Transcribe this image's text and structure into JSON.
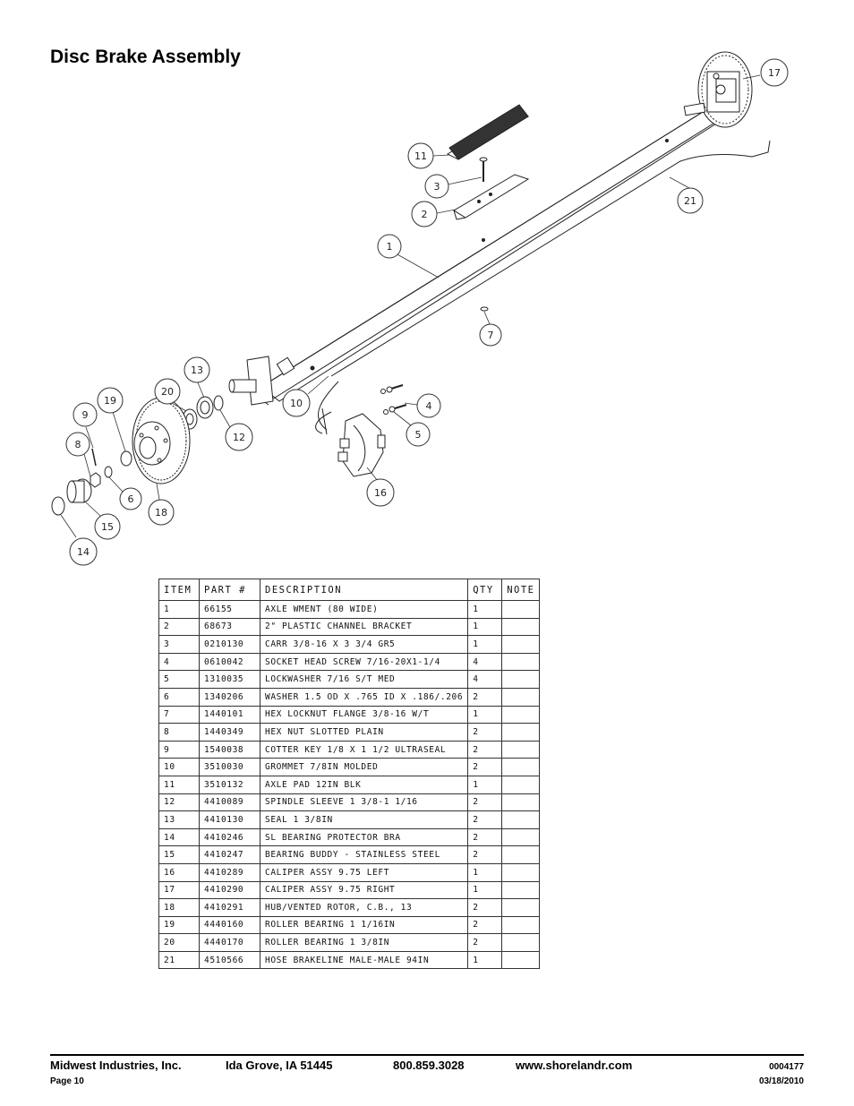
{
  "page": {
    "title": "Disc Brake Assembly"
  },
  "callouts": [
    "17",
    "11",
    "3",
    "2",
    "21",
    "1",
    "7",
    "13",
    "20",
    "19",
    "9",
    "10",
    "4",
    "5",
    "12",
    "8",
    "6",
    "18",
    "16",
    "15",
    "14"
  ],
  "table": {
    "headers": [
      "ITEM",
      "PART #",
      "DESCRIPTION",
      "QTY",
      "NOTE"
    ],
    "rows": [
      [
        "1",
        "66155",
        "AXLE WMENT (80 WIDE)",
        "1",
        ""
      ],
      [
        "2",
        "68673",
        "2\" PLASTIC CHANNEL BRACKET",
        "1",
        ""
      ],
      [
        "3",
        "0210130",
        "CARR 3/8-16 X 3 3/4 GR5",
        "1",
        ""
      ],
      [
        "4",
        "0610042",
        "SOCKET HEAD SCREW 7/16-20X1-1/4",
        "4",
        ""
      ],
      [
        "5",
        "1310035",
        "LOCKWASHER 7/16 S/T MED",
        "4",
        ""
      ],
      [
        "6",
        "1340206",
        "WASHER 1.5 OD X .765 ID X .186/.206",
        "2",
        ""
      ],
      [
        "7",
        "1440101",
        "HEX LOCKNUT FLANGE 3/8-16 W/T",
        "1",
        ""
      ],
      [
        "8",
        "1440349",
        "HEX NUT SLOTTED PLAIN",
        "2",
        ""
      ],
      [
        "9",
        "1540038",
        "COTTER KEY 1/8 X 1 1/2 ULTRASEAL",
        "2",
        ""
      ],
      [
        "10",
        "3510030",
        "GROMMET  7/8IN MOLDED",
        "2",
        ""
      ],
      [
        "11",
        "3510132",
        "AXLE PAD 12IN  BLK",
        "1",
        ""
      ],
      [
        "12",
        "4410089",
        "SPINDLE SLEEVE  1 3/8-1 1/16",
        "2",
        ""
      ],
      [
        "13",
        "4410130",
        "SEAL  1 3/8IN",
        "2",
        ""
      ],
      [
        "14",
        "4410246",
        "SL BEARING PROTECTOR BRA",
        "2",
        ""
      ],
      [
        "15",
        "4410247",
        "BEARING BUDDY - STAINLESS STEEL",
        "2",
        ""
      ],
      [
        "16",
        "4410289",
        "CALIPER ASSY 9.75 LEFT",
        "1",
        ""
      ],
      [
        "17",
        "4410290",
        "CALIPER ASSY 9.75 RIGHT",
        "1",
        ""
      ],
      [
        "18",
        "4410291",
        "HUB/VENTED ROTOR, C.B.,  13",
        "2",
        ""
      ],
      [
        "19",
        "4440160",
        "ROLLER BEARING   1 1/16IN",
        "2",
        ""
      ],
      [
        "20",
        "4440170",
        "ROLLER BEARING   1 3/8IN",
        "2",
        ""
      ],
      [
        "21",
        "4510566",
        "HOSE BRAKELINE MALE-MALE 94IN",
        "1",
        ""
      ]
    ]
  },
  "footer": {
    "company": "Midwest Industries, Inc.",
    "city": "Ida Grove, IA  51445",
    "phone": "800.859.3028",
    "website": "www.shorelandr.com",
    "doc_number": "0004177",
    "page": "Page 10",
    "date": "03/18/2010"
  }
}
